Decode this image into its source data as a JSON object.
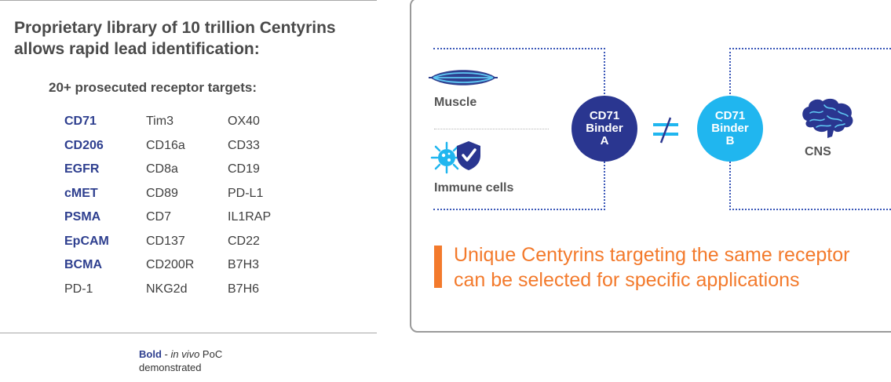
{
  "left_panel": {
    "title_line1": "Proprietary library of 10 trillion Centyrins",
    "title_line2": "allows rapid lead identification:",
    "subtitle": "20+ prosecuted receptor targets:",
    "targets": {
      "col1": [
        "CD71",
        "CD206",
        "EGFR",
        "cMET",
        "PSMA",
        "EpCAM",
        "BCMA",
        "PD-1"
      ],
      "col2": [
        "Tim3",
        "CD16a",
        "CD8a",
        "CD89",
        "CD7",
        "CD137",
        "CD200R",
        "NKG2d"
      ],
      "col3": [
        "OX40",
        "CD33",
        "CD19",
        "PD-L1",
        "IL1RAP",
        "CD22",
        "B7H3",
        "B7H6"
      ]
    },
    "bold_targets": [
      "CD71",
      "CD206",
      "EGFR",
      "cMET",
      "PSMA",
      "EpCAM",
      "BCMA"
    ]
  },
  "footnote": {
    "bold_word": "Bold",
    "dash": " - ",
    "italic_part": "in vivo",
    "rest": " PoC",
    "line2": "demonstrated"
  },
  "diagram": {
    "muscle_label": "Muscle",
    "immune_label": "Immune cells",
    "binder_a": {
      "line1": "CD71",
      "line2": "Binder",
      "line3": "A"
    },
    "binder_b": {
      "line1": "CD71",
      "line2": "Binder",
      "line3": "B"
    },
    "cns_label": "CNS",
    "colors": {
      "binder_a": "#2a3690",
      "binder_b": "#20b6ef",
      "accent": "#f37a2c",
      "bold_blue": "#2e3f8f"
    },
    "icons": [
      "muscle-icon",
      "immune-cell-icon",
      "shield-check-icon",
      "not-equal-icon",
      "brain-icon"
    ]
  },
  "message": {
    "line1": "Unique Centyrins targeting the same receptor",
    "line2": "can be selected for specific applications"
  }
}
